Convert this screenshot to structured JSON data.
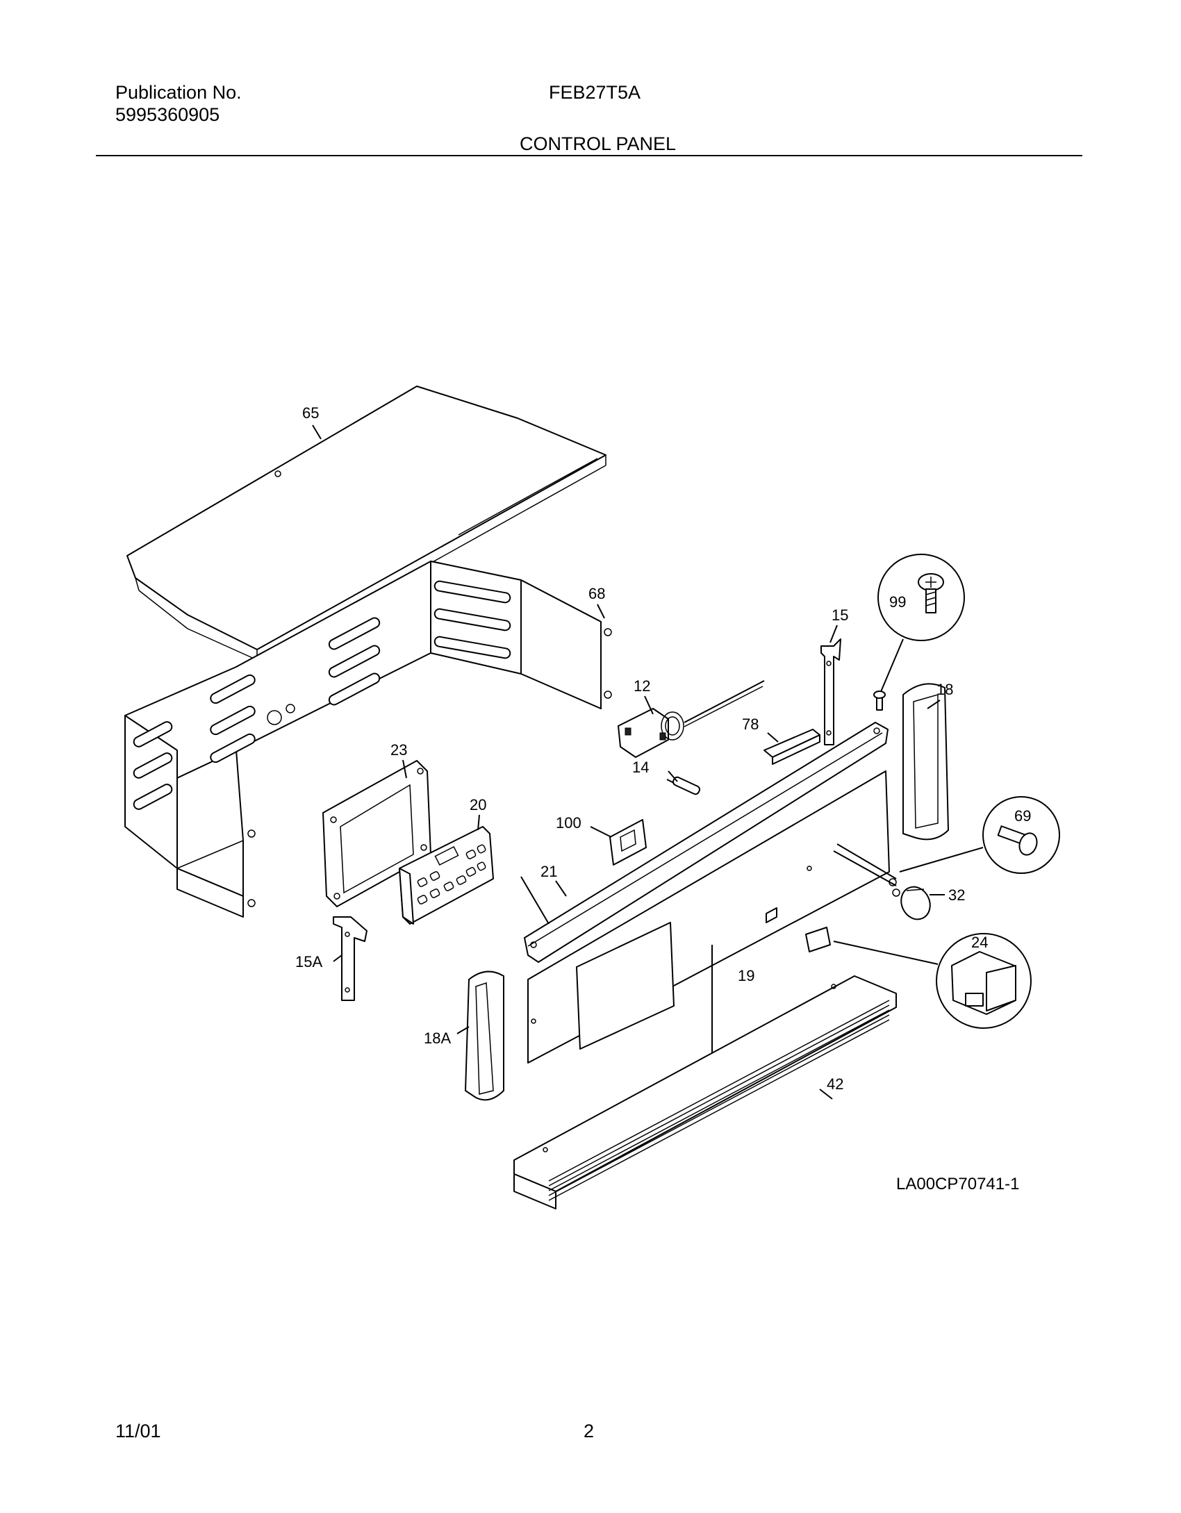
{
  "header": {
    "publication_label": "Publication No.",
    "publication_number": "5995360905",
    "model": "FEB27T5A",
    "section_title": "CONTROL PANEL"
  },
  "diagram": {
    "drawing_code": "LA00CP70741-1",
    "callouts": [
      "65",
      "68",
      "15",
      "99",
      "12",
      "18",
      "78",
      "23",
      "14",
      "20",
      "69",
      "100",
      "21",
      "32",
      "24",
      "19",
      "15A",
      "18A",
      "42"
    ]
  },
  "footer": {
    "date": "11/01",
    "page": "2"
  }
}
